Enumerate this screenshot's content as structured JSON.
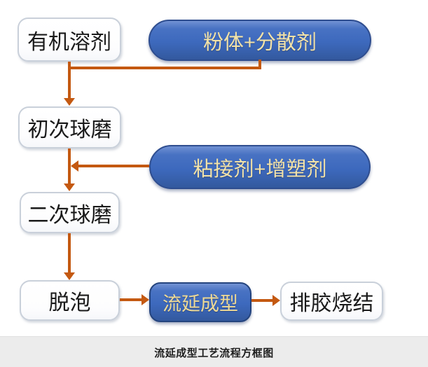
{
  "diagram": {
    "type": "flowchart",
    "nodes": {
      "organic_solvent": {
        "label": "有机溶剂",
        "shape": "white-rounded-box"
      },
      "powder_dispersant": {
        "label": "粉体+分散剂",
        "shape": "blue-pill"
      },
      "first_ball_milling": {
        "label": "初次球磨",
        "shape": "white-rounded-box"
      },
      "binder_plasticizer": {
        "label": "粘接剂+增塑剂",
        "shape": "blue-pill"
      },
      "second_ball_milling": {
        "label": "二次球磨",
        "shape": "white-rounded-box"
      },
      "degassing": {
        "label": "脱泡",
        "shape": "white-rounded-box"
      },
      "tape_casting": {
        "label": "流延成型",
        "shape": "blue-rounded-box"
      },
      "binder_burnout_sintering": {
        "label": "排胶烧结",
        "shape": "white-rounded-box"
      }
    },
    "edges": [
      {
        "from": "organic_solvent",
        "to": "first_ball_milling"
      },
      {
        "from": "powder_dispersant",
        "to": "first_ball_milling"
      },
      {
        "from": "binder_plasticizer",
        "to": "second_ball_milling_branch"
      },
      {
        "from": "first_ball_milling",
        "to": "second_ball_milling"
      },
      {
        "from": "second_ball_milling",
        "to": "degassing"
      },
      {
        "from": "degassing",
        "to": "tape_casting"
      },
      {
        "from": "tape_casting",
        "to": "binder_burnout_sintering"
      }
    ],
    "caption": "流延成型工艺流程方框图",
    "colors": {
      "arrow": "#c45911",
      "pill_fill": "#3d69bd",
      "pill_border": "#2e4d8f",
      "pill_text": "#f2e2a8",
      "white_box_border": "#c9d0da",
      "box_text": "#1a1a1a",
      "caption_bar_bg": "#ececec",
      "caption_text": "#1f1f1f",
      "background": "#ffffff"
    }
  }
}
